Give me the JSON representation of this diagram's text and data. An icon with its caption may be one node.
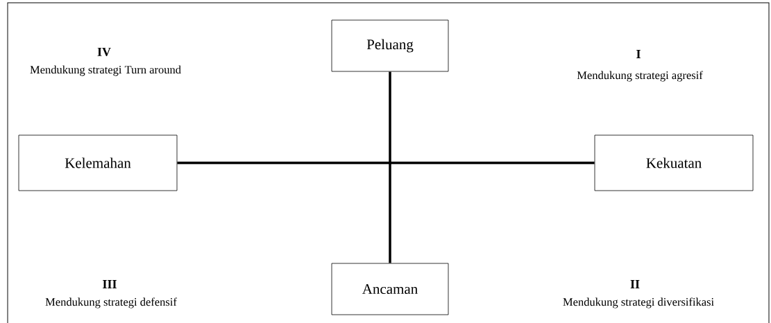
{
  "diagram": {
    "nodes": [
      {
        "text": [
          "Peluang"
        ]
      },
      {
        "text": [
          "Kelemahan"
        ]
      },
      {
        "text": [
          "Kekuatan"
        ]
      },
      {
        "text": [
          "Ancaman"
        ]
      }
    ],
    "edges": [
      {
        "from": 0,
        "to": 3,
        "arrow": "none"
      },
      {
        "from": 1,
        "to": 2,
        "arrow": "none"
      }
    ],
    "labels": [
      "IV",
      "Mendukung strategi Turn around",
      "I",
      "Mendukung strategi agresif",
      "III",
      "Mendukung strategi defensif",
      "II",
      "Mendukung strategi diversifikasi"
    ]
  }
}
